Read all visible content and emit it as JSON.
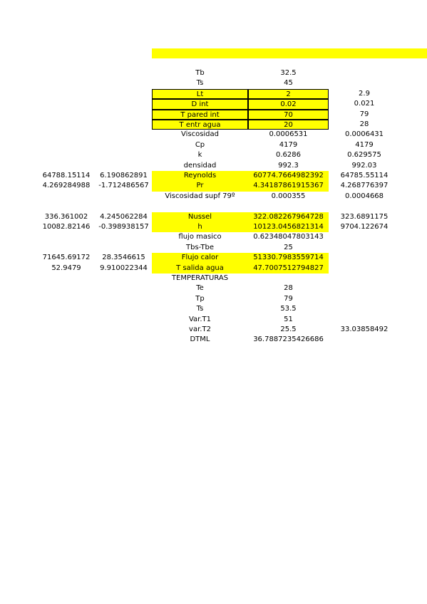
{
  "colors": {
    "highlight": "#ffff00",
    "border": "#000000",
    "text": "#000000"
  },
  "rows": [
    {
      "label": "Tb",
      "value": "32.5",
      "extra": "",
      "a": "",
      "b": "",
      "hl": false,
      "box": false
    },
    {
      "label": "Ts",
      "value": "45",
      "extra": "",
      "a": "",
      "b": "",
      "hl": false,
      "box": false
    },
    {
      "label": "Lt",
      "value": "2",
      "extra": "2.9",
      "a": "",
      "b": "",
      "hl": true,
      "box": true
    },
    {
      "label": "D int",
      "value": "0.02",
      "extra": "0.021",
      "a": "",
      "b": "",
      "hl": true,
      "box": true
    },
    {
      "label": "T pared int",
      "value": "70",
      "extra": "79",
      "a": "",
      "b": "",
      "hl": true,
      "box": true
    },
    {
      "label": "T entr agua",
      "value": "20",
      "extra": "28",
      "a": "",
      "b": "",
      "hl": true,
      "box": true
    },
    {
      "label": "Viscosidad",
      "value": "0.0006531",
      "extra": "0.0006431",
      "a": "",
      "b": "",
      "hl": false,
      "box": false
    },
    {
      "label": "Cp",
      "value": "4179",
      "extra": "4179",
      "a": "",
      "b": "",
      "hl": false,
      "box": false
    },
    {
      "label": "k",
      "value": "0.6286",
      "extra": "0.629575",
      "a": "",
      "b": "",
      "hl": false,
      "box": false
    },
    {
      "label": "densidad",
      "value": "992.3",
      "extra": "992.03",
      "a": "",
      "b": "",
      "hl": false,
      "box": false
    },
    {
      "label": "Reynolds",
      "value": "60774.7664982392",
      "extra": "64785.55114",
      "a": "64788.15114",
      "b": "6.190862891",
      "hl": true,
      "box": false
    },
    {
      "label": "Pr",
      "value": "4.34187861915367",
      "extra": "4.268776397",
      "a": "4.269284988",
      "b": "-1.712486567",
      "hl": true,
      "box": false
    },
    {
      "label": "Viscosidad supf 79º",
      "value": "0.000355",
      "extra": "0.0004668",
      "a": "",
      "b": "",
      "hl": false,
      "box": false
    },
    {
      "label": "",
      "value": "",
      "extra": "",
      "a": "",
      "b": "",
      "hl": false,
      "box": false
    },
    {
      "label": "Nussel",
      "value": "322.082267964728",
      "extra": "323.6891175",
      "a": "336.361002",
      "b": "4.245062284",
      "hl": true,
      "box": false
    },
    {
      "label": "h",
      "value": "10123.0456821314",
      "extra": "9704.122674",
      "a": "10082.82146",
      "b": "-0.398938157",
      "hl": true,
      "box": false
    },
    {
      "label": "flujo masico",
      "value": "0.62348047803143",
      "extra": "",
      "a": "",
      "b": "",
      "hl": false,
      "box": false
    },
    {
      "label": "Tbs-Tbe",
      "value": "25",
      "extra": "",
      "a": "",
      "b": "",
      "hl": false,
      "box": false
    },
    {
      "label": "Flujo calor",
      "value": "51330.7983559714",
      "extra": "",
      "a": "71645.69172",
      "b": "28.3546615",
      "hl": true,
      "box": false
    },
    {
      "label": "T salida agua",
      "value": "47.7007512794827",
      "extra": "",
      "a": "52.9479",
      "b": "9.910022344",
      "hl": true,
      "box": false
    },
    {
      "label": "TEMPERATURAS",
      "value": "",
      "extra": "",
      "a": "",
      "b": "",
      "hl": false,
      "box": false
    },
    {
      "label": "Te",
      "value": "28",
      "extra": "",
      "a": "",
      "b": "",
      "hl": false,
      "box": false
    },
    {
      "label": "Tp",
      "value": "79",
      "extra": "",
      "a": "",
      "b": "",
      "hl": false,
      "box": false
    },
    {
      "label": "Ts",
      "value": "53.5",
      "extra": "",
      "a": "",
      "b": "",
      "hl": false,
      "box": false
    },
    {
      "label": "Var.T1",
      "value": "51",
      "extra": "",
      "a": "",
      "b": "",
      "hl": false,
      "box": false
    },
    {
      "label": "var.T2",
      "value": "25.5",
      "extra": "33.03858492",
      "a": "",
      "b": "",
      "hl": false,
      "box": false
    },
    {
      "label": "DTML",
      "value": "36.7887235426686",
      "extra": "",
      "a": "",
      "b": "",
      "hl": false,
      "box": false
    }
  ]
}
